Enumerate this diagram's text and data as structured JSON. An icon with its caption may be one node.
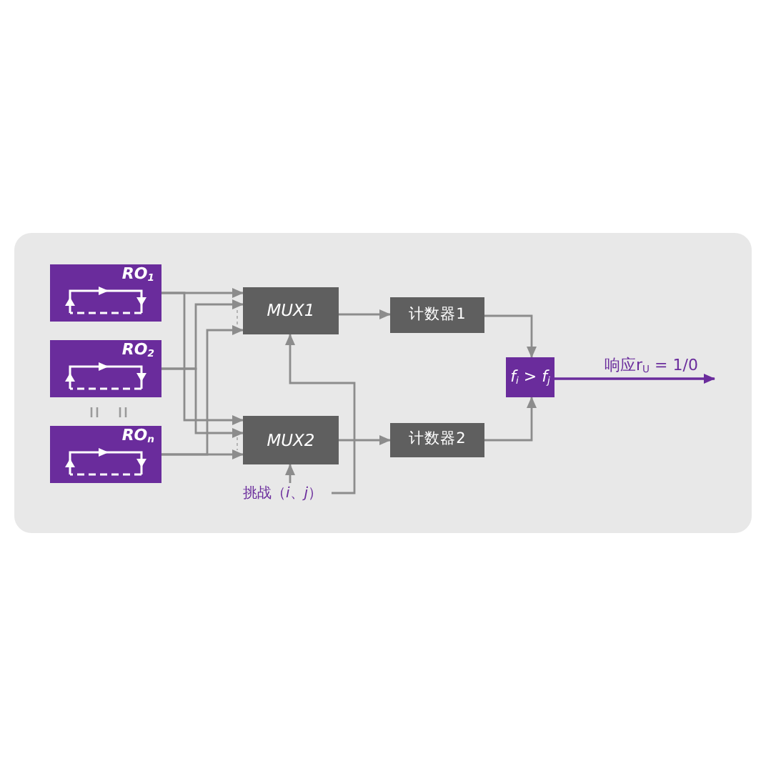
{
  "diagram": {
    "nodes": [
      {
        "text": [
          "RO$_{1}$"
        ]
      },
      {
        "text": [
          "RO$_{2}$"
        ]
      },
      {
        "text": [
          "RO$_{n}$"
        ]
      },
      {
        "text": [
          "MUX1"
        ]
      },
      {
        "text": [
          "MUX2"
        ]
      },
      {
        "text": [
          "计数器1"
        ]
      },
      {
        "text": [
          "计数器2"
        ]
      },
      {
        "text": [
          "f$_{i}$ > f$_{j}$"
        ]
      },
      {
        "text": [
          "挑战（*i*、*j*）"
        ]
      }
    ],
    "edges": [
      {
        "from": 0,
        "to": 3,
        "arrow": "to"
      },
      {
        "from": 0,
        "to": 4,
        "arrow": "to"
      },
      {
        "from": 1,
        "to": 3,
        "arrow": "to"
      },
      {
        "from": 1,
        "to": 4,
        "arrow": "to"
      },
      {
        "from": 2,
        "to": 3,
        "arrow": "to"
      },
      {
        "from": 2,
        "to": 4,
        "arrow": "to"
      },
      {
        "from": 3,
        "to": 5,
        "arrow": "to"
      },
      {
        "from": 4,
        "to": 6,
        "arrow": "to"
      },
      {
        "from": 5,
        "to": 7,
        "arrow": "to"
      },
      {
        "from": 6,
        "to": 7,
        "arrow": "to"
      },
      {
        "from": 7,
        "to": null,
        "arrow": "to",
        "label": "响应r$_{U}$ = 1/0",
        "color": "#6a2c9c"
      },
      {
        "from": 8,
        "to": 4,
        "arrow": "to"
      },
      {
        "from": 8,
        "to": 3,
        "arrow": "to"
      }
    ]
  }
}
